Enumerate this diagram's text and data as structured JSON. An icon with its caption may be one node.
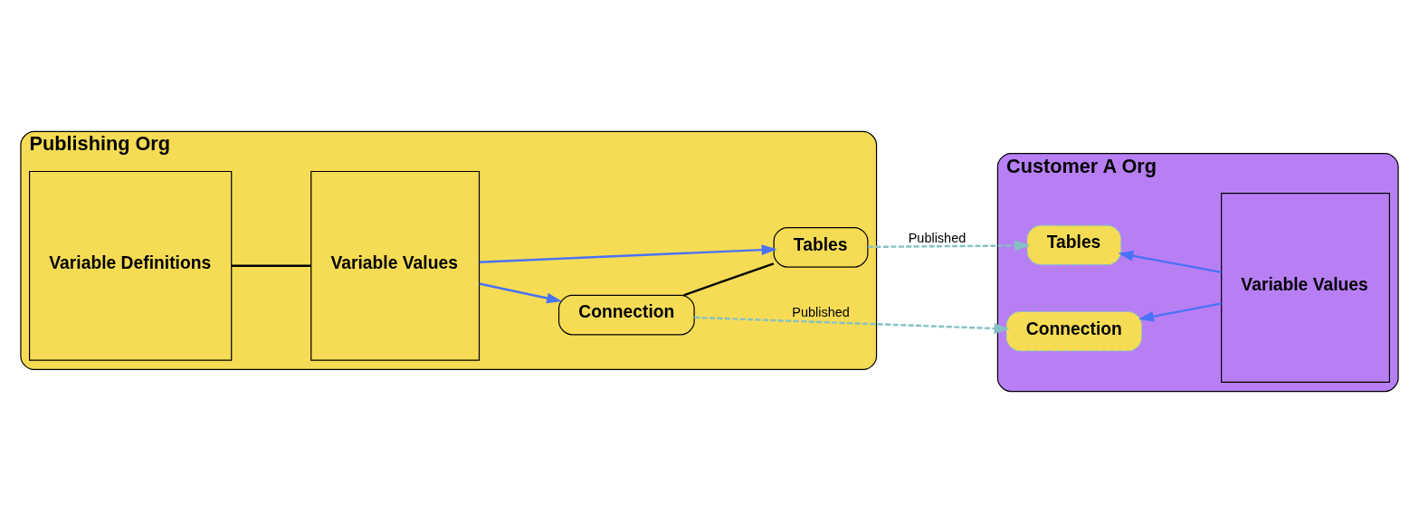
{
  "diagram": {
    "nodes": [
      {
        "text": [
          "Publishing Org"
        ]
      },
      {
        "text": [
          "Variable Definitions"
        ],
        "in": 0
      },
      {
        "text": [
          "Variable Values"
        ],
        "in": 0
      },
      {
        "text": [
          "Connection"
        ],
        "in": 0
      },
      {
        "text": [
          "Tables"
        ],
        "in": 0
      },
      {
        "text": [
          "Customer A Org"
        ]
      },
      {
        "text": [
          "Connection"
        ],
        "in": 5
      },
      {
        "text": [
          "Tables"
        ],
        "in": 5
      },
      {
        "text": [
          "Variable Values"
        ],
        "in": 5
      }
    ],
    "edges": [
      {
        "from": 1,
        "to": 2,
        "arrow": "none",
        "color": "#000000"
      },
      {
        "from": 2,
        "to": 3,
        "arrow": "to"
      },
      {
        "from": 2,
        "to": 4,
        "arrow": "to"
      },
      {
        "from": 3,
        "to": 4,
        "arrow": "none",
        "color": "#000000"
      },
      {
        "from": 3,
        "to": 6,
        "arrow": "to",
        "label": "Published",
        "style": "dashed",
        "color": "#86c0c4"
      },
      {
        "from": 4,
        "to": 7,
        "arrow": "to",
        "label": "Published",
        "style": "dashed",
        "color": "#86c0c4"
      },
      {
        "from": 8,
        "to": 6,
        "arrow": "to"
      },
      {
        "from": 8,
        "to": 7,
        "arrow": "to"
      }
    ]
  }
}
